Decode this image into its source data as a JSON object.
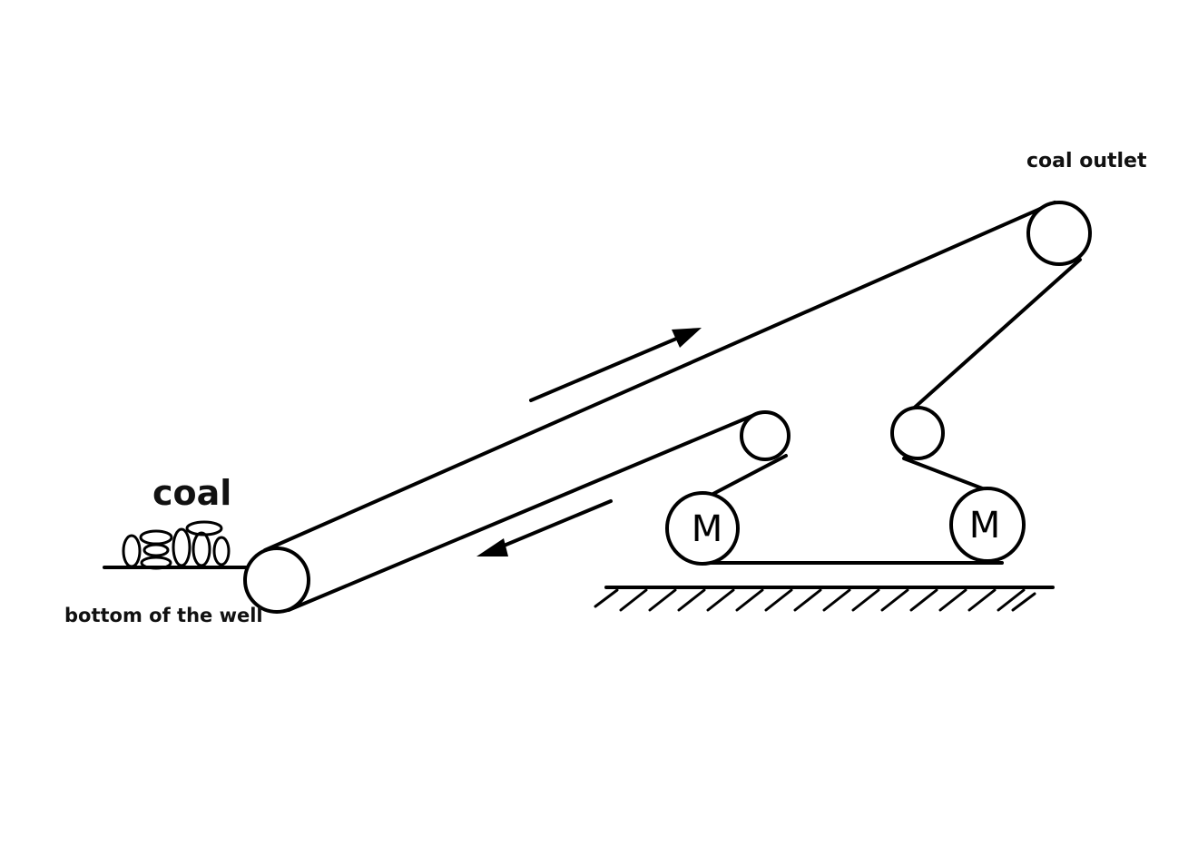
{
  "labels": {
    "coal": "coal",
    "coal_outlet": "coal outlet",
    "bottom_of_well": "bottom of the well"
  },
  "motors": [
    {
      "letter": "M"
    },
    {
      "letter": "M"
    }
  ],
  "colors": {
    "stroke": "#000000",
    "background": "#ffffff"
  }
}
